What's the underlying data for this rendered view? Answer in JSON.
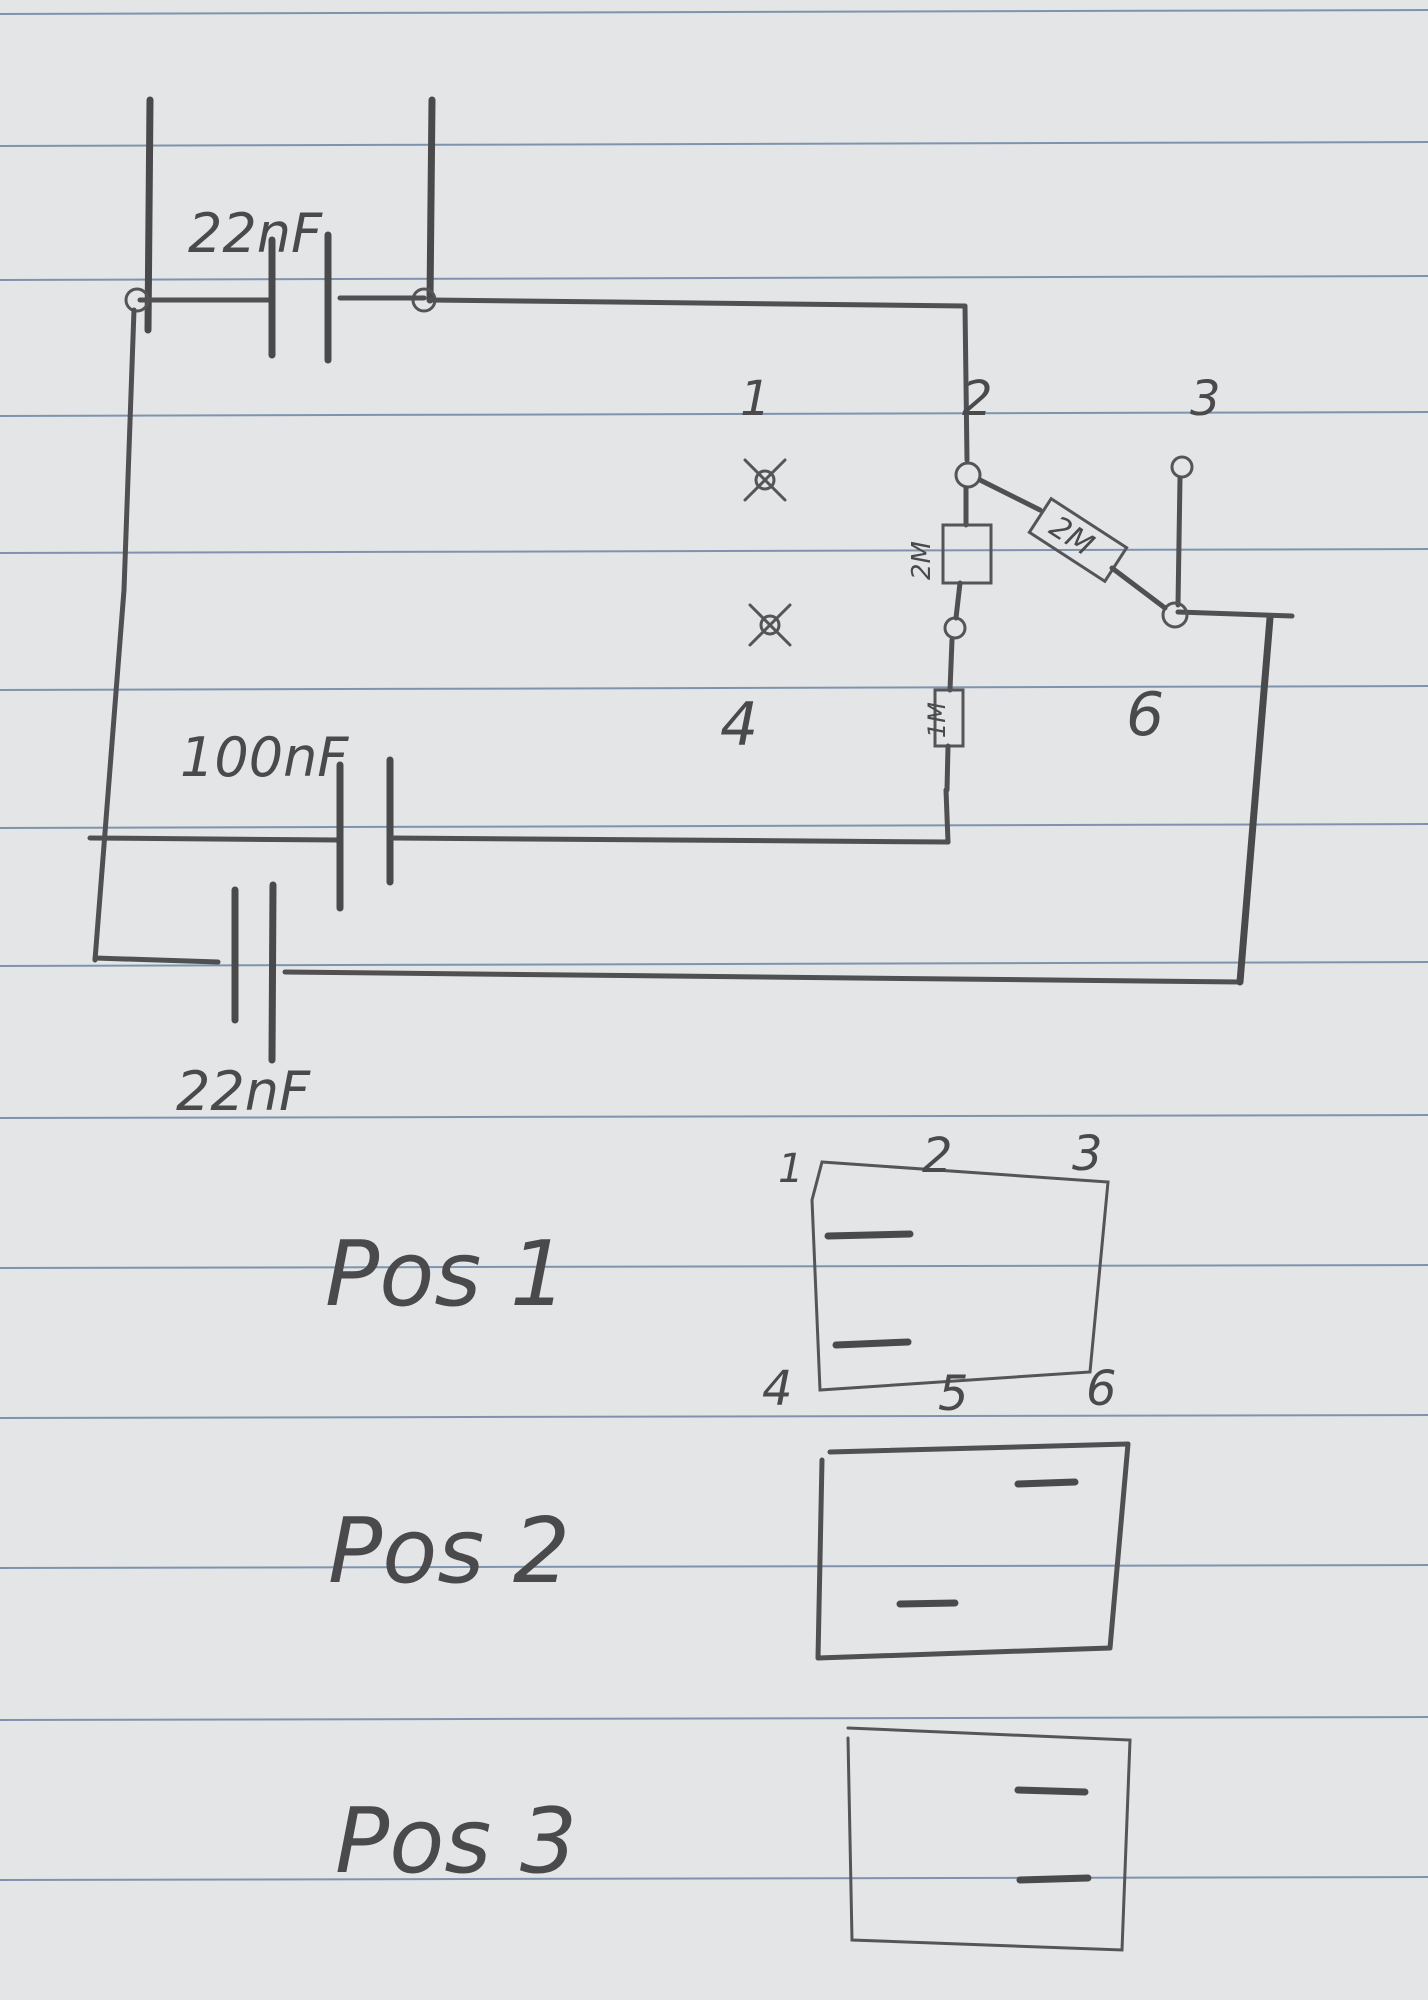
{
  "labels": {
    "cap_top": "22nF",
    "cap_mid": "100nF",
    "cap_bottom": "22nF",
    "pin_1": "1",
    "pin_2": "2",
    "pin_3": "3",
    "pin_4": "4",
    "pin_6": "6",
    "resistor_vertical": "2M",
    "resistor_diagonal": "2M",
    "resistor_lower": "1M"
  },
  "switch_legend": [
    {
      "title": "Pos 1",
      "pin_labels": {
        "p1": "1",
        "p2": "2",
        "p3": "3",
        "p4": "4",
        "p5": "5",
        "p6": "6"
      }
    },
    {
      "title": "Pos 2"
    },
    {
      "title": "Pos 3"
    }
  ],
  "colors": {
    "paper": "#e4e5e6",
    "pencil": "#4a4a4c",
    "ruled_line": "#5d7a9c"
  }
}
